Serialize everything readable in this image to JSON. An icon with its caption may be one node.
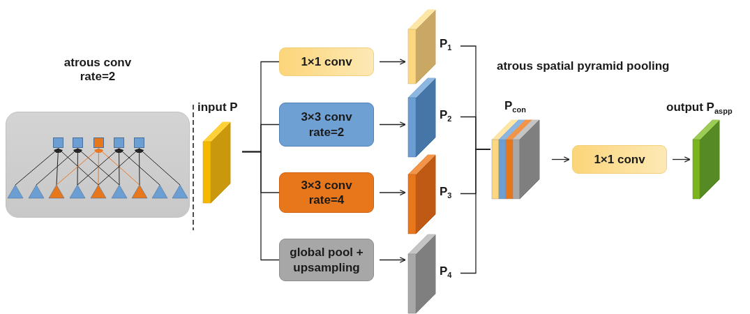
{
  "diagram": {
    "nodes": [
      {
        "text": [
          "atrous conv rate=2"
        ]
      },
      {
        "text": [],
        "shape": "box",
        "in": 0
      },
      {
        "text": [],
        "shape": "box",
        "in": 0
      },
      {
        "text": [],
        "shape": "box",
        "in": 0
      },
      {
        "text": [],
        "shape": "box",
        "in": 0
      },
      {
        "text": [],
        "shape": "box",
        "in": 0
      },
      {
        "text": [],
        "shape": "triangle",
        "in": 0
      },
      {
        "text": [],
        "shape": "triangle",
        "in": 0
      },
      {
        "text": [],
        "shape": "triangle",
        "in": 0
      },
      {
        "text": [],
        "shape": "triangle",
        "in": 0
      },
      {
        "text": [],
        "shape": "triangle",
        "in": 0
      },
      {
        "text": [],
        "shape": "triangle",
        "in": 0
      },
      {
        "text": [],
        "shape": "triangle",
        "in": 0
      },
      {
        "text": [],
        "shape": "triangle",
        "in": 0
      },
      {
        "text": [],
        "shape": "triangle",
        "in": 0
      },
      {
        "text": [
          "input P"
        ]
      },
      {
        "text": [
          "1×1 conv"
        ]
      },
      {
        "text": [
          "3×3 conv rate=2"
        ]
      },
      {
        "text": [
          "3×3 conv rate=4"
        ]
      },
      {
        "text": [
          "global pool + upsampling"
        ]
      },
      {
        "text": [
          "P$_{1}$"
        ]
      },
      {
        "text": [
          "P$_{2}$"
        ]
      },
      {
        "text": [
          "P$_{3}$"
        ]
      },
      {
        "text": [
          "P$_{4}$"
        ]
      },
      {
        "text": [
          "P$_{con}$"
        ]
      },
      {
        "text": [
          "1×1 conv"
        ]
      },
      {
        "text": [
          "output P$_{aspp}$"
        ]
      }
    ],
    "edges": [
      {
        "from": 6,
        "to": 1,
        "arrow": "to"
      },
      {
        "from": 8,
        "to": 1,
        "arrow": "to"
      },
      {
        "from": 10,
        "to": 1,
        "arrow": "to"
      },
      {
        "from": 7,
        "to": 2,
        "arrow": "to"
      },
      {
        "from": 9,
        "to": 2,
        "arrow": "to"
      },
      {
        "from": 11,
        "to": 2,
        "arrow": "to"
      },
      {
        "from": 8,
        "to": 3,
        "arrow": "to",
        "color": "#e87722"
      },
      {
        "from": 10,
        "to": 3,
        "arrow": "to",
        "color": "#e87722"
      },
      {
        "from": 12,
        "to": 3,
        "arrow": "to",
        "color": "#e87722"
      },
      {
        "from": 9,
        "to": 4,
        "arrow": "to"
      },
      {
        "from": 11,
        "to": 4,
        "arrow": "to"
      },
      {
        "from": 13,
        "to": 4,
        "arrow": "to"
      },
      {
        "from": 10,
        "to": 5,
        "arrow": "to"
      },
      {
        "from": 12,
        "to": 5,
        "arrow": "to"
      },
      {
        "from": 14,
        "to": 5,
        "arrow": "to"
      },
      {
        "from": 15,
        "to": 16,
        "arrow": "none"
      },
      {
        "from": 15,
        "to": 17,
        "arrow": "none"
      },
      {
        "from": 15,
        "to": 18,
        "arrow": "none"
      },
      {
        "from": 15,
        "to": 19,
        "arrow": "none"
      },
      {
        "from": 16,
        "to": 20,
        "arrow": "to"
      },
      {
        "from": 17,
        "to": 21,
        "arrow": "to"
      },
      {
        "from": 18,
        "to": 22,
        "arrow": "to"
      },
      {
        "from": 19,
        "to": 23,
        "arrow": "to"
      },
      {
        "from": 20,
        "to": 24,
        "arrow": "none"
      },
      {
        "from": 21,
        "to": 24,
        "arrow": "none"
      },
      {
        "from": 22,
        "to": 24,
        "arrow": "none"
      },
      {
        "from": 23,
        "to": 24,
        "arrow": "none"
      },
      {
        "from": 24,
        "to": 25,
        "arrow": "to"
      },
      {
        "from": 25,
        "to": 26,
        "arrow": "to"
      }
    ],
    "labels": [
      "atrous spatial pyramid pooling"
    ]
  }
}
